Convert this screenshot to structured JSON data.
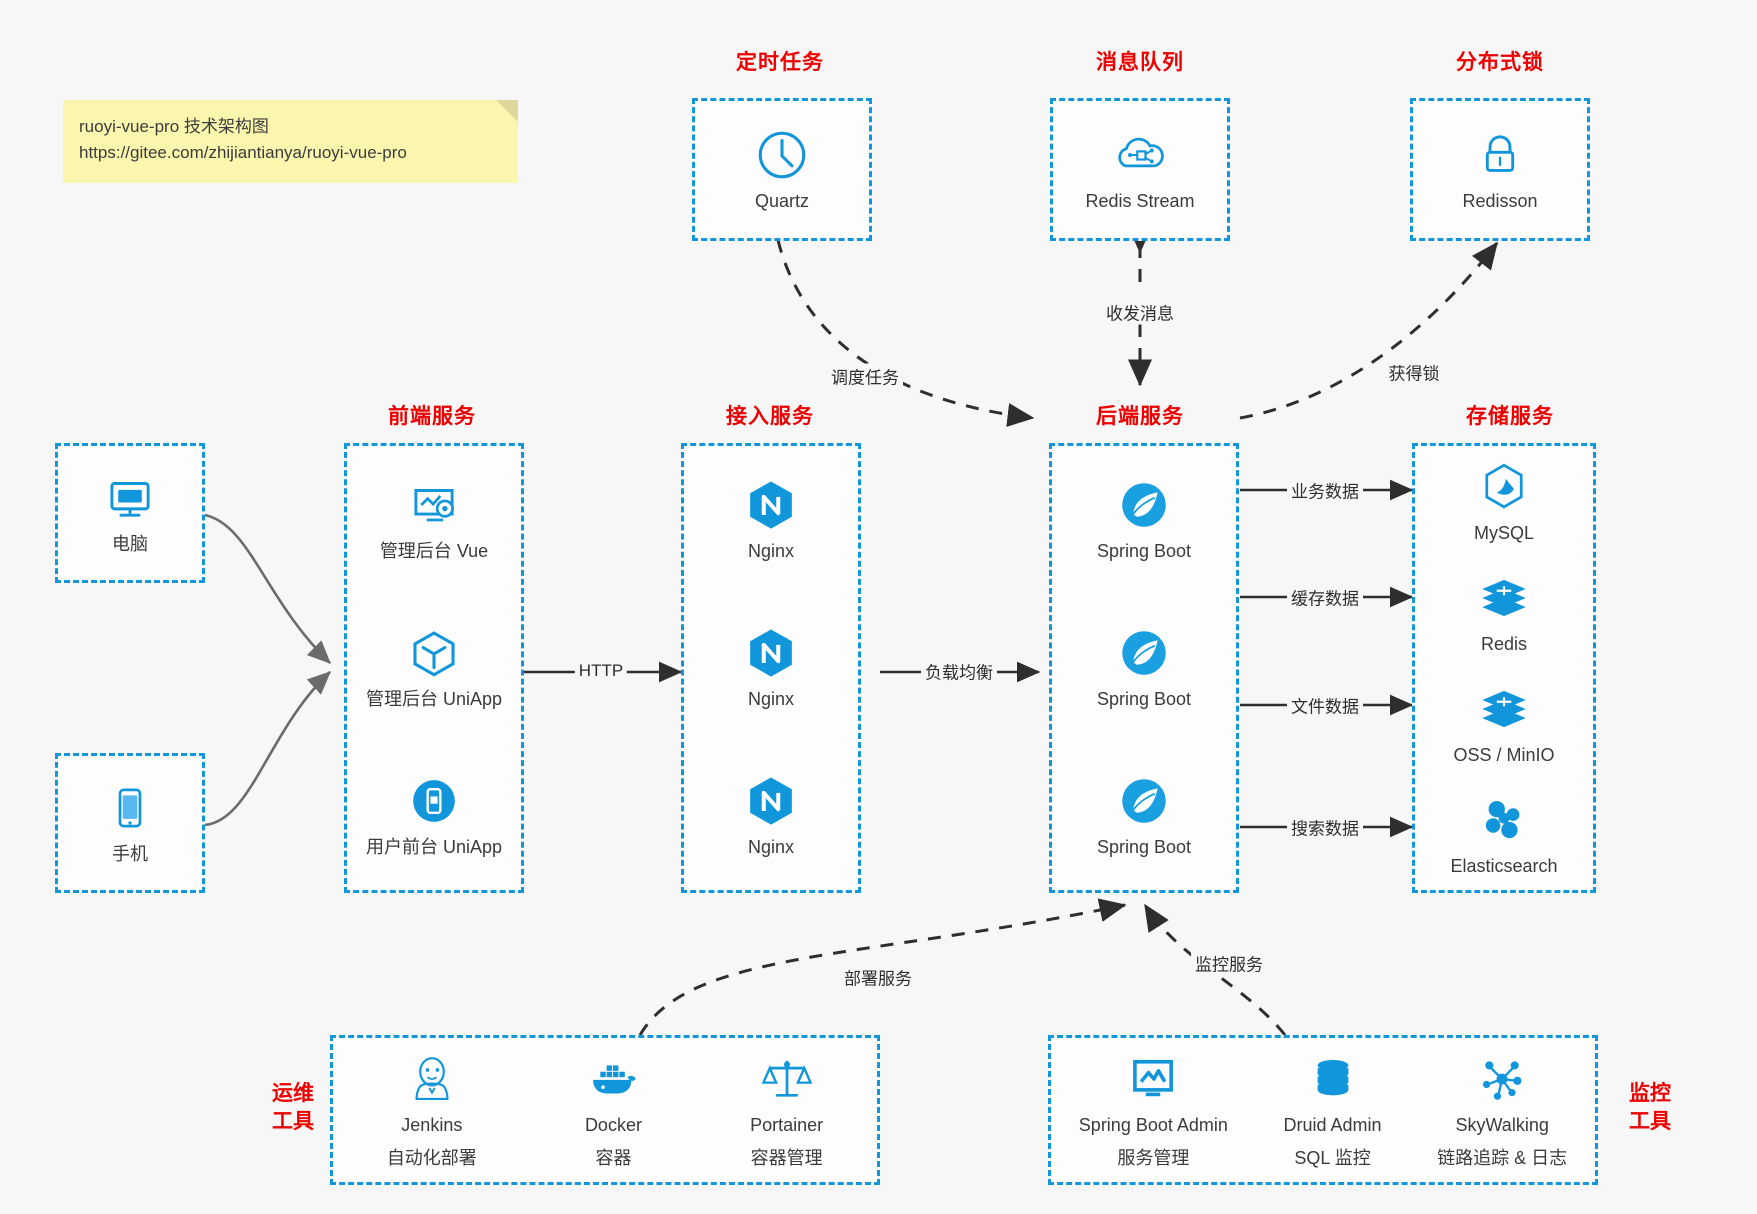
{
  "note": {
    "line1": "ruoyi-vue-pro 技术架构图",
    "line2": "https://gitee.com/zhijiantianya/ruoyi-vue-pro"
  },
  "groups": {
    "scheduled": {
      "title": "定时任务"
    },
    "mq": {
      "title": "消息队列"
    },
    "lock": {
      "title": "分布式锁"
    },
    "frontend": {
      "title": "前端服务"
    },
    "gateway": {
      "title": "接入服务"
    },
    "backend": {
      "title": "后端服务"
    },
    "storage": {
      "title": "存储服务"
    },
    "devops": {
      "title": "运维\n工具",
      "line1": "运维",
      "line2": "工具"
    },
    "monitor": {
      "title": "监控\n工具",
      "line1": "监控",
      "line2": "工具"
    }
  },
  "clients": [
    {
      "label": "电脑",
      "icon": "desktop-icon"
    },
    {
      "label": "手机",
      "icon": "mobile-icon"
    }
  ],
  "scheduled_items": [
    {
      "label": "Quartz",
      "icon": "clock-icon"
    }
  ],
  "mq_items": [
    {
      "label": "Redis Stream",
      "icon": "cloud-network-icon"
    }
  ],
  "lock_items": [
    {
      "label": "Redisson",
      "icon": "lock-icon"
    }
  ],
  "frontend_items": [
    {
      "label": "管理后台 Vue",
      "icon": "monitor-gear-icon"
    },
    {
      "label": "管理后台 UniApp",
      "icon": "cube-icon"
    },
    {
      "label": "用户前台 UniApp",
      "icon": "phone-app-icon"
    }
  ],
  "gateway_items": [
    {
      "label": "Nginx",
      "icon": "nginx-icon"
    },
    {
      "label": "Nginx",
      "icon": "nginx-icon"
    },
    {
      "label": "Nginx",
      "icon": "nginx-icon"
    }
  ],
  "backend_items": [
    {
      "label": "Spring Boot",
      "icon": "spring-leaf-icon"
    },
    {
      "label": "Spring Boot",
      "icon": "spring-leaf-icon"
    },
    {
      "label": "Spring Boot",
      "icon": "spring-leaf-icon"
    }
  ],
  "storage_items": [
    {
      "label": "MySQL",
      "icon": "mysql-dolphin-icon"
    },
    {
      "label": "Redis",
      "icon": "redis-stack-icon"
    },
    {
      "label": "OSS / MinIO",
      "icon": "object-storage-icon"
    },
    {
      "label": "Elasticsearch",
      "icon": "elasticsearch-icon"
    }
  ],
  "devops_items": [
    {
      "label": "Jenkins",
      "sub": "自动化部署",
      "icon": "jenkins-butler-icon"
    },
    {
      "label": "Docker",
      "sub": "容器",
      "icon": "docker-whale-icon"
    },
    {
      "label": "Portainer",
      "sub": "容器管理",
      "icon": "portainer-scale-icon"
    }
  ],
  "monitor_items": [
    {
      "label": "Spring Boot Admin",
      "sub": "服务管理",
      "icon": "monitor-chart-icon"
    },
    {
      "label": "Druid Admin",
      "sub": "SQL 监控",
      "icon": "database-icon"
    },
    {
      "label": "SkyWalking",
      "sub": "链路追踪 & 日志",
      "icon": "skywalking-node-icon"
    }
  ],
  "edge_labels": {
    "http": "HTTP",
    "load_balance": "负载均衡",
    "schedule_task": "调度任务",
    "mq_msg": "收发消息",
    "get_lock": "获得锁",
    "biz_data": "业务数据",
    "cache_data": "缓存数据",
    "file_data": "文件数据",
    "search_data": "搜索数据",
    "deploy_service": "部署服务",
    "monitor_service": "监控服务"
  },
  "colors": {
    "accent": "#1296db",
    "title": "#ec0000",
    "note_bg": "#fbf6ae",
    "wire": "#3b3b3b",
    "client_wire": "#6b6b6b",
    "background": "#f7f7f7"
  }
}
